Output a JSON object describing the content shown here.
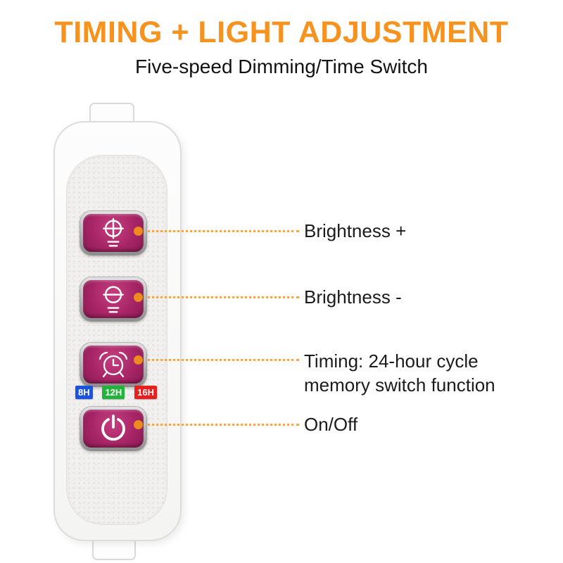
{
  "header": {
    "title": "TIMING + LIGHT ADJUSTMENT",
    "subtitle": "Five-speed Dimming/Time Switch"
  },
  "device": {
    "buttons": [
      {
        "id": "brightness-plus",
        "icon": "brightness-plus-icon"
      },
      {
        "id": "brightness-minus",
        "icon": "brightness-minus-icon"
      },
      {
        "id": "timing",
        "icon": "alarm-clock-icon"
      },
      {
        "id": "power",
        "icon": "power-icon"
      }
    ],
    "timer_presets": [
      {
        "label": "8H",
        "color": "#1a53e0"
      },
      {
        "label": "12H",
        "color": "#22b33b"
      },
      {
        "label": "16H",
        "color": "#e81f1f"
      }
    ]
  },
  "annotations": [
    {
      "label": "Brightness +"
    },
    {
      "label": "Brightness -"
    },
    {
      "label": "Timing: 24-hour cycle memory switch function"
    },
    {
      "label": "On/Off"
    }
  ],
  "colors": {
    "title_orange": "#f6921e",
    "callout_orange": "#f5a54a",
    "callout_dot_orange": "#ee8a1e",
    "button_face_pink": "#a72566",
    "button_bezel_gray": "#8d8d8d",
    "preset_blue": "#1a53e0",
    "preset_green": "#22b33b",
    "preset_red": "#e81f1f"
  }
}
